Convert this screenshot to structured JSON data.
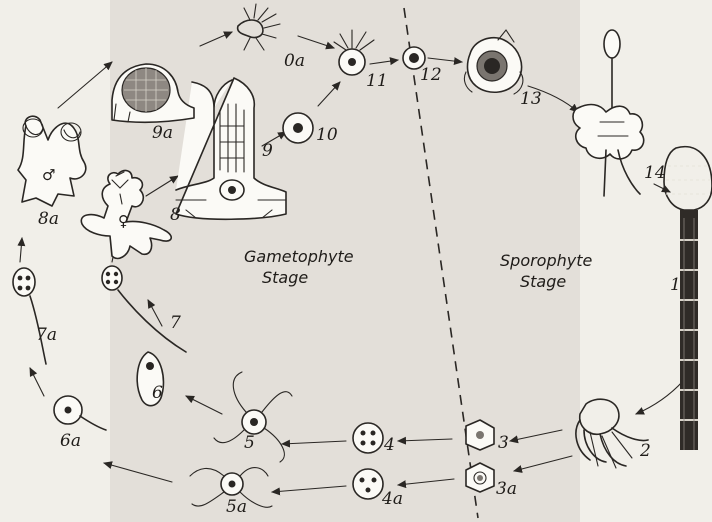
{
  "stages": {
    "gametophyte": [
      "Gametophyte",
      "Stage"
    ],
    "sporophyte": [
      "Sporophyte",
      "Stage"
    ]
  },
  "labels": {
    "s1": "1",
    "s2": "2",
    "s3": "3",
    "s3a": "3a",
    "s4": "4",
    "s4a": "4a",
    "s5": "5",
    "s5a": "5a",
    "s6": "6",
    "s6a": "6a",
    "s7": "7",
    "s7a": "7a",
    "s8": "8",
    "s8a": "8a",
    "s9": "9",
    "s9a": "9a",
    "s10": "10",
    "s0a": "0a",
    "s11": "11",
    "s12": "12",
    "s13": "13",
    "s14": "14"
  },
  "symbols": {
    "male": "♂",
    "female": "♀"
  },
  "colors": {
    "ink": "#2a2724",
    "paper": "#f1efe9"
  }
}
